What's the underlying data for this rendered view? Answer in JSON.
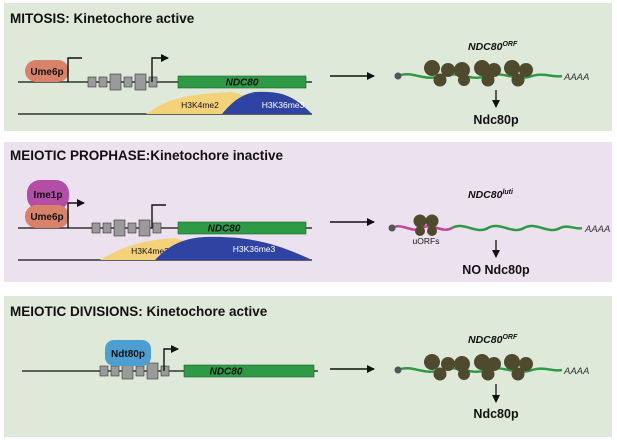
{
  "panels": [
    {
      "title": "MITOSIS: Kinetochore active",
      "proteins": [
        "Ume6p"
      ],
      "gene": "NDC80",
      "marks": [
        "H3K4me2",
        "H3K36me3"
      ],
      "transcript_base": "NDC80",
      "transcript_sup": "ORF",
      "polyA": "AAAA",
      "product": "Ndc80p"
    },
    {
      "title": "MEIOTIC PROPHASE:Kinetochore inactive",
      "proteins": [
        "Ime1p",
        "Ume6p"
      ],
      "gene": "NDC80",
      "marks": [
        "H3K4me2",
        "H3K36me3"
      ],
      "transcript_base": "NDC80",
      "transcript_sup": "luti",
      "uorfs": "uORFs",
      "polyA": "AAAA",
      "product": "NO Ndc80p"
    },
    {
      "title": "MEIOTIC DIVISIONS: Kinetochore active",
      "proteins": [
        "Ndt80p"
      ],
      "gene": "NDC80",
      "transcript_base": "NDC80",
      "transcript_sup": "ORF",
      "polyA": "AAAA",
      "product": "Ndc80p"
    }
  ],
  "colors": {
    "panel_green": "#dfe9d9",
    "panel_purple": "#ece1ee",
    "gene_green": "#2f9a46",
    "ume6": "#d9826a",
    "ime1": "#b24ea5",
    "ndt80": "#4e9fd1",
    "h3k4me2": "#f3d27a",
    "h3k36me3": "#2f43a3",
    "ribosome": "#4f4a2e",
    "mrna_luti": "#c2469a"
  }
}
